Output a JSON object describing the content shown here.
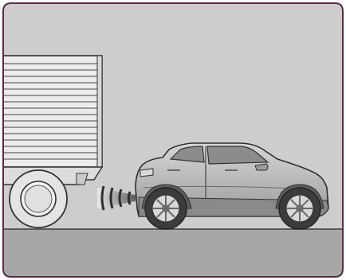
{
  "illustration": {
    "colors": {
      "frame_border": "#5a2a45",
      "background": "#cfcfcf",
      "ground": "#a9a9a9",
      "truck_body": "#e9e9e9",
      "vehicle_body": "#bdbdbd",
      "sensor_cone": "#7a7a7a",
      "outline": "#3a3a3a"
    },
    "elements": [
      "truck-rear",
      "truck-wheel",
      "sensor-beam-cone",
      "compact-suv",
      "ground-strip"
    ]
  }
}
